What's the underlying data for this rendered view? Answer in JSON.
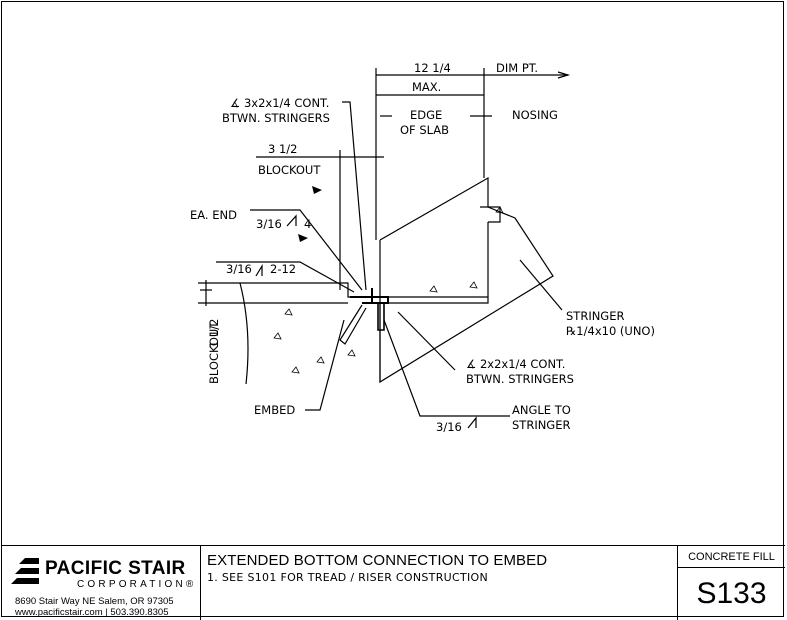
{
  "drawing": {
    "labels": {
      "dim_12_1_4": "12 1/4",
      "max": "MAX.",
      "dim_pt": "DIM PT.",
      "angle_3x2": "∡ 3x2x1/4 CONT.",
      "btwn_stringers_1": "BTWN. STRINGERS",
      "edge": "EDGE",
      "of_slab": "OF SLAB",
      "nosing": "NOSING",
      "dim_3_1_2": "3 1/2",
      "blockout_top": "BLOCKOUT",
      "ea_end": "EA. END",
      "weld_3_16_4": "3/16",
      "weld_4": "4",
      "weld_3_16_2_12": "3/16",
      "weld_2_12": "2-12",
      "dim_1_1_2": "1 1/2",
      "blockout_side": "BLOCKOUT",
      "stringer_1": "STRINGER",
      "stringer_2": "℞1/4x10 (UNO)",
      "angle_2x2": "∡ 2x2x1/4 CONT.",
      "btwn_stringers_2": "BTWN. STRINGERS",
      "embed": "EMBED",
      "weld_3_16_angle": "3/16",
      "angle_to": "ANGLE TO",
      "stringer_3": "STRINGER"
    }
  },
  "title_block": {
    "company": "PACIFIC STAIR",
    "company_sub": "CORPORATION",
    "registered": "®",
    "address": "8690 Stair Way NE Salem, OR 97305",
    "web_phone": "www.pacificstair.com  |  503.390.8305",
    "title": "EXTENDED BOTTOM CONNECTION TO EMBED",
    "note": "1.  SEE S101 FOR TREAD / RISER CONSTRUCTION",
    "category": "CONCRETE FILL",
    "sheet_number": "S133"
  }
}
